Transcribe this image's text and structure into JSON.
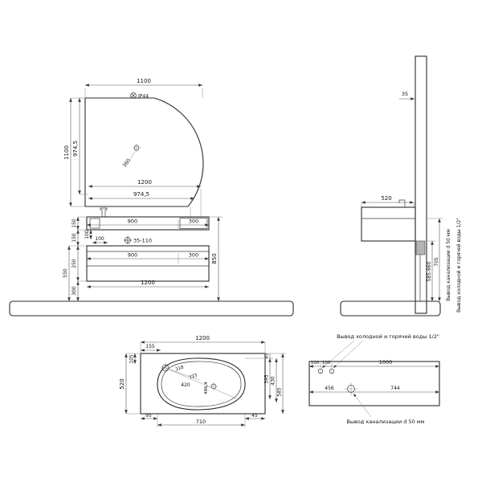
{
  "front": {
    "top_width": "1100",
    "ip44": "IP44",
    "left_height": "1100",
    "left_inner_height": "974,5",
    "circle_dim": "360",
    "inner_width": "1200",
    "inner_width2": "974,5",
    "row1_height": "150",
    "row2_height": "150",
    "drawer_height": "250",
    "clearance_height": "300",
    "cabinet_total": "550",
    "tap_dim_v": "100",
    "tap_dim_h": "100",
    "counter_span_left": "900",
    "counter_span_right": "300",
    "height_range": "35-110",
    "drawer_span_left": "900",
    "drawer_span_right": "300",
    "overall_height": "850",
    "bottom_width": "1200"
  },
  "side": {
    "panel_thickness": "35",
    "depth": "520",
    "drain_height_range": "585-660",
    "outlet_height": "705",
    "drain_label": "Вывод канализации d 50 мм",
    "water_label": "Вывод холодной и горячей воды 1/2\""
  },
  "basin": {
    "width": "1200",
    "tap_offset_x": "155",
    "tap_offset_y": "105",
    "depth": "520",
    "edge_top": "45",
    "inner_depth": "395",
    "basin_depth": "430",
    "basin_width": "585",
    "edge_left": "95",
    "basin_span": "710",
    "edge_right": "45",
    "diag1": "318",
    "diag2": "723",
    "inner_width": "420",
    "drain_offset": "486,4"
  },
  "rear": {
    "water_label": "Вывод холодной и горячей воды 1/2\"",
    "hole_offset1": "100",
    "hole_offset2": "100",
    "remaining_width": "1000",
    "drain_from_left": "456",
    "drain_from_right": "744",
    "drain_label": "Вывод канализации d 50 мм"
  }
}
